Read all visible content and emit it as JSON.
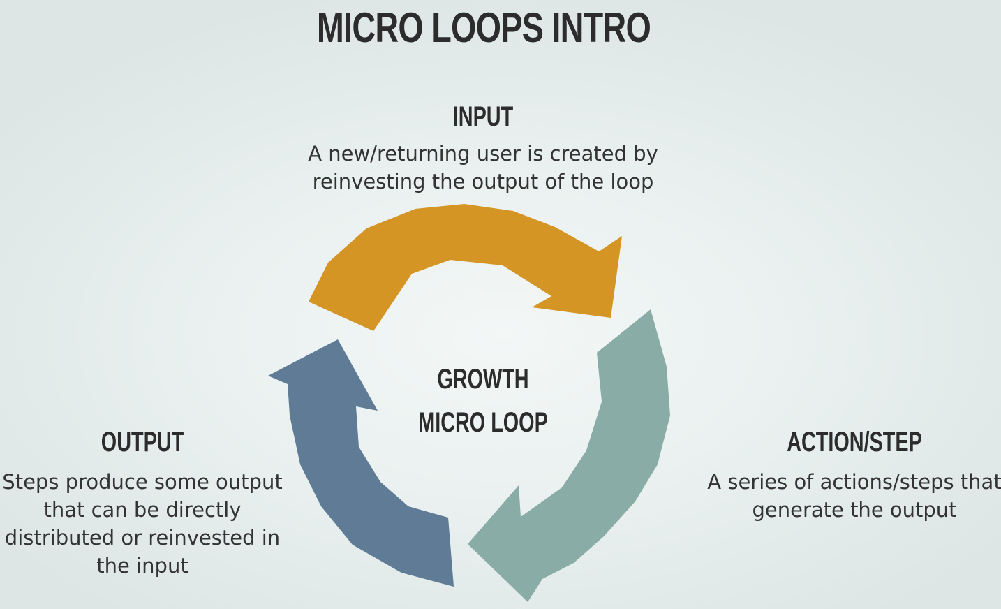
{
  "title": "MICRO LOOPS INTRO",
  "center": {
    "line1": "GROWTH",
    "line2": "MICRO LOOP"
  },
  "input": {
    "title": "INPUT",
    "line1": "A new/returning user is created by",
    "line2": "reinvesting the output of the loop"
  },
  "action": {
    "title": "ACTION/STEP",
    "line1": "A series of actions/steps that",
    "line2": "generate the output"
  },
  "output": {
    "title": "OUTPUT",
    "line1": "Steps produce some output",
    "line2": "that can be directly",
    "line3": "distributed or reinvested in",
    "line4": "the input"
  },
  "colors": {
    "input_arrow": "#d49524",
    "action_arrow": "#8aaca6",
    "output_arrow": "#5f7b96",
    "text": "#2c2c2c"
  }
}
